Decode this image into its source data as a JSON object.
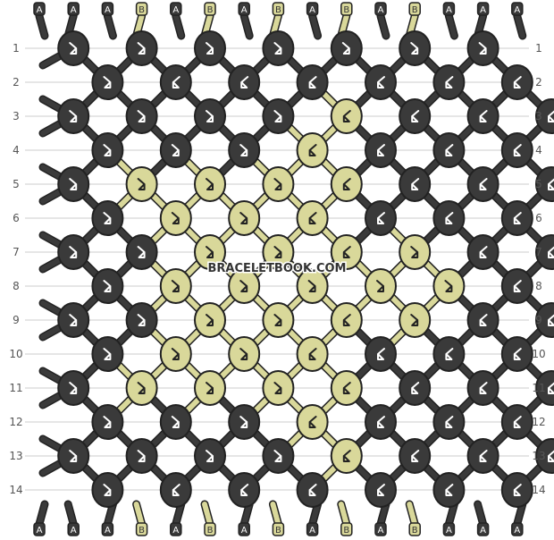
{
  "watermark": "BRACELETBOOK.COM",
  "colors": {
    "A": "#3a3a3a",
    "B": "#d9d89a",
    "outline": "#222222",
    "arrow_on_A": "#ffffff",
    "arrow_on_B": "#222222",
    "guide_line": "#cccccc",
    "background": "#ffffff"
  },
  "tips_top": [
    "A",
    "A",
    "A",
    "B",
    "A",
    "B",
    "A",
    "B",
    "A",
    "B",
    "A",
    "B",
    "A",
    "A",
    "A"
  ],
  "tips_bottom": [
    "A",
    "A",
    "A",
    "B",
    "A",
    "B",
    "A",
    "B",
    "A",
    "B",
    "A",
    "B",
    "A",
    "A",
    "A"
  ],
  "row_labels": [
    "1",
    "2",
    "3",
    "4",
    "5",
    "6",
    "7",
    "8",
    "9",
    "10",
    "11",
    "12",
    "13",
    "14"
  ],
  "knot_rows": [
    {
      "knots": [
        {
          "c": "A",
          "d": "fb"
        },
        {
          "c": "A",
          "d": "fb"
        },
        {
          "c": "A",
          "d": "fb"
        },
        {
          "c": "A",
          "d": "fb"
        },
        {
          "c": "A",
          "d": "fb"
        },
        {
          "c": "A",
          "d": "fb"
        },
        {
          "c": "A",
          "d": "fb"
        }
      ]
    },
    {
      "knots": [
        {
          "c": "A",
          "d": "fb"
        },
        {
          "c": "A",
          "d": "bf"
        },
        {
          "c": "A",
          "d": "bf"
        },
        {
          "c": "A",
          "d": "bf"
        },
        {
          "c": "A",
          "d": "bf"
        },
        {
          "c": "A",
          "d": "bf"
        },
        {
          "c": "A",
          "d": "bf"
        }
      ]
    },
    {
      "knots": [
        {
          "c": "A",
          "d": "fb"
        },
        {
          "c": "A",
          "d": "fb"
        },
        {
          "c": "A",
          "d": "fb"
        },
        {
          "c": "A",
          "d": "fb"
        },
        {
          "c": "B",
          "d": "bf"
        },
        {
          "c": "A",
          "d": "bf"
        },
        {
          "c": "A",
          "d": "bf"
        },
        {
          "c": "A",
          "d": "bf"
        }
      ]
    },
    {
      "knots": [
        {
          "c": "A",
          "d": "fb"
        },
        {
          "c": "A",
          "d": "fb"
        },
        {
          "c": "A",
          "d": "fb"
        },
        {
          "c": "B",
          "d": "bf"
        },
        {
          "c": "A",
          "d": "bf"
        },
        {
          "c": "A",
          "d": "bf"
        },
        {
          "c": "A",
          "d": "bf"
        }
      ]
    },
    {
      "knots": [
        {
          "c": "A",
          "d": "fb"
        },
        {
          "c": "B",
          "d": "fb"
        },
        {
          "c": "B",
          "d": "fb"
        },
        {
          "c": "B",
          "d": "fb"
        },
        {
          "c": "B",
          "d": "bf"
        },
        {
          "c": "A",
          "d": "bf"
        },
        {
          "c": "A",
          "d": "bf"
        },
        {
          "c": "A",
          "d": "bf"
        }
      ]
    },
    {
      "knots": [
        {
          "c": "A",
          "d": "fb"
        },
        {
          "c": "B",
          "d": "fb"
        },
        {
          "c": "B",
          "d": "fb"
        },
        {
          "c": "B",
          "d": "bf"
        },
        {
          "c": "A",
          "d": "bf"
        },
        {
          "c": "A",
          "d": "bf"
        },
        {
          "c": "A",
          "d": "bf"
        }
      ]
    },
    {
      "knots": [
        {
          "c": "A",
          "d": "fb"
        },
        {
          "c": "A",
          "d": "fb"
        },
        {
          "c": "B",
          "d": "fb"
        },
        {
          "c": "B",
          "d": "fb"
        },
        {
          "c": "B",
          "d": "bf"
        },
        {
          "c": "B",
          "d": "fb"
        },
        {
          "c": "A",
          "d": "bf"
        },
        {
          "c": "A",
          "d": "bf"
        }
      ]
    },
    {
      "knots": [
        {
          "c": "A",
          "d": "fb"
        },
        {
          "c": "B",
          "d": "fb"
        },
        {
          "c": "B",
          "d": "fb"
        },
        {
          "c": "B",
          "d": "fb"
        },
        {
          "c": "B",
          "d": "fb"
        },
        {
          "c": "B",
          "d": "fb"
        },
        {
          "c": "A",
          "d": "bf"
        }
      ]
    },
    {
      "knots": [
        {
          "c": "A",
          "d": "fb"
        },
        {
          "c": "A",
          "d": "fb"
        },
        {
          "c": "B",
          "d": "fb"
        },
        {
          "c": "B",
          "d": "fb"
        },
        {
          "c": "B",
          "d": "bf"
        },
        {
          "c": "B",
          "d": "fb"
        },
        {
          "c": "A",
          "d": "bf"
        },
        {
          "c": "A",
          "d": "bf"
        }
      ]
    },
    {
      "knots": [
        {
          "c": "A",
          "d": "fb"
        },
        {
          "c": "B",
          "d": "fb"
        },
        {
          "c": "B",
          "d": "fb"
        },
        {
          "c": "B",
          "d": "bf"
        },
        {
          "c": "A",
          "d": "bf"
        },
        {
          "c": "A",
          "d": "bf"
        },
        {
          "c": "A",
          "d": "bf"
        }
      ]
    },
    {
      "knots": [
        {
          "c": "A",
          "d": "fb"
        },
        {
          "c": "B",
          "d": "fb"
        },
        {
          "c": "B",
          "d": "fb"
        },
        {
          "c": "B",
          "d": "fb"
        },
        {
          "c": "B",
          "d": "bf"
        },
        {
          "c": "A",
          "d": "bf"
        },
        {
          "c": "A",
          "d": "bf"
        },
        {
          "c": "A",
          "d": "bf"
        }
      ]
    },
    {
      "knots": [
        {
          "c": "A",
          "d": "fb"
        },
        {
          "c": "A",
          "d": "fb"
        },
        {
          "c": "A",
          "d": "fb"
        },
        {
          "c": "B",
          "d": "bf"
        },
        {
          "c": "A",
          "d": "bf"
        },
        {
          "c": "A",
          "d": "bf"
        },
        {
          "c": "A",
          "d": "bf"
        }
      ]
    },
    {
      "knots": [
        {
          "c": "A",
          "d": "fb"
        },
        {
          "c": "A",
          "d": "fb"
        },
        {
          "c": "A",
          "d": "fb"
        },
        {
          "c": "A",
          "d": "fb"
        },
        {
          "c": "B",
          "d": "bf"
        },
        {
          "c": "A",
          "d": "bf"
        },
        {
          "c": "A",
          "d": "bf"
        },
        {
          "c": "A",
          "d": "bf"
        }
      ]
    },
    {
      "knots": [
        {
          "c": "A",
          "d": "fb"
        },
        {
          "c": "A",
          "d": "bf"
        },
        {
          "c": "A",
          "d": "bf"
        },
        {
          "c": "A",
          "d": "bf"
        },
        {
          "c": "A",
          "d": "bf"
        },
        {
          "c": "A",
          "d": "bf"
        },
        {
          "c": "A",
          "d": "bf"
        }
      ]
    }
  ]
}
